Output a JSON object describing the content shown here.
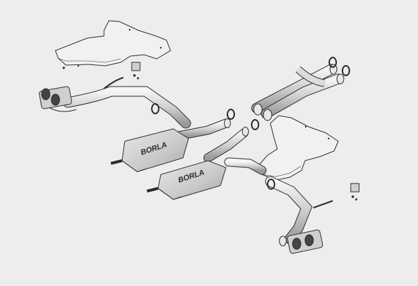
{
  "diagram": {
    "background": "#ededed",
    "line_color": "#2b2b2b",
    "part_fill": "#d9d9d9",
    "shield_fill": "#f1f1f1",
    "muffler_logo_left": "BORLA",
    "muffler_logo_right": "BORLA",
    "parts": [
      "heat-shield-upper-left",
      "heat-shield-right",
      "x-pipe",
      "tailpipe-left-with-tips",
      "tailpipe-right-with-tips",
      "muffler-left",
      "muffler-right",
      "clamp",
      "hanger-bracket"
    ]
  }
}
